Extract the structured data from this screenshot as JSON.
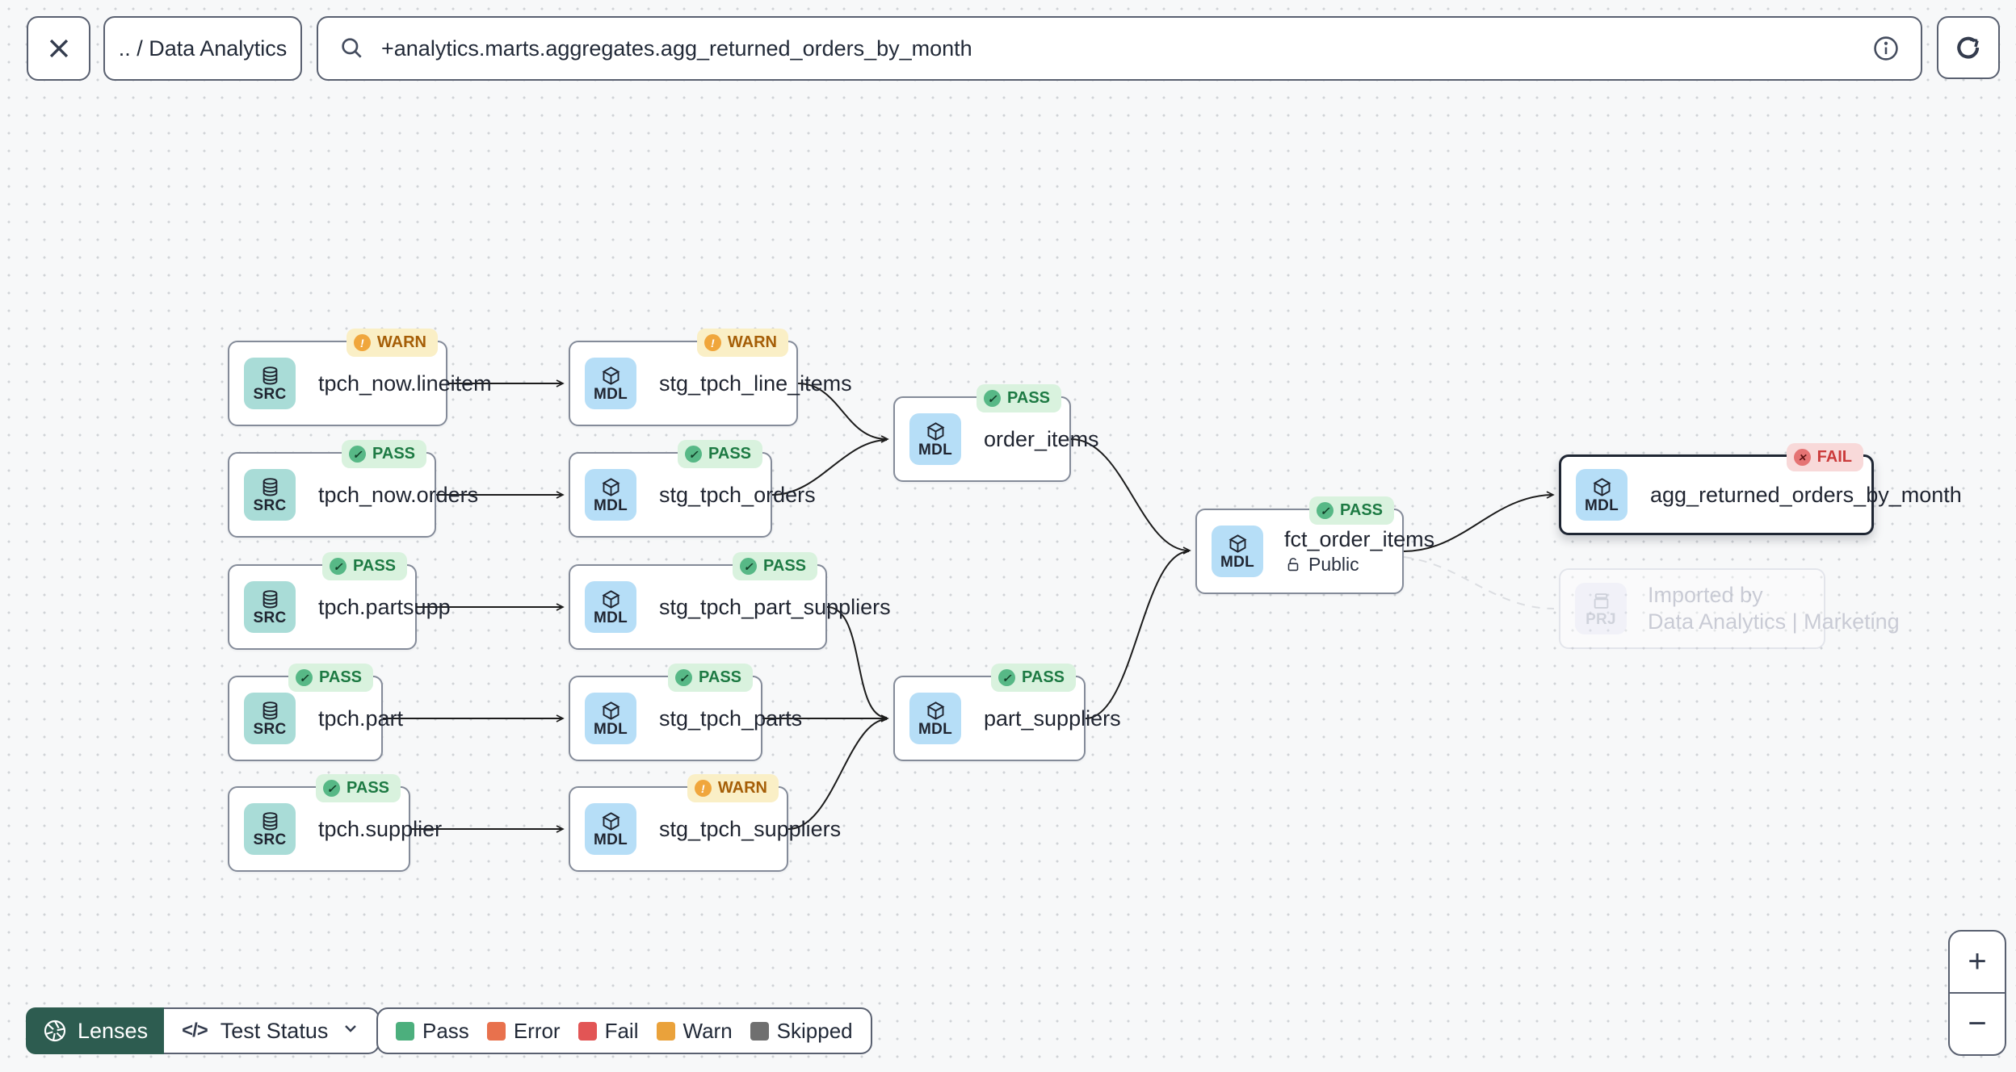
{
  "topbar": {
    "breadcrumb": ".. / Data Analytics",
    "search_value": "+analytics.marts.aggregates.agg_returned_orders_by_month"
  },
  "lenses": {
    "button_label": "Lenses",
    "active_lens": "Test Status"
  },
  "legend": {
    "items": [
      {
        "label": "Pass",
        "color": "#4caf7d"
      },
      {
        "label": "Error",
        "color": "#e8714d"
      },
      {
        "label": "Fail",
        "color": "#e25555"
      },
      {
        "label": "Warn",
        "color": "#eaa23b"
      },
      {
        "label": "Skipped",
        "color": "#6f6f6f"
      }
    ]
  },
  "graph": {
    "nodes": [
      {
        "kind": "SRC",
        "label": "tpch_now.lineitem",
        "status": "WARN"
      },
      {
        "kind": "MDL",
        "label": "stg_tpch_line_items",
        "status": "WARN"
      },
      {
        "kind": "SRC",
        "label": "tpch_now.orders",
        "status": "PASS"
      },
      {
        "kind": "MDL",
        "label": "stg_tpch_orders",
        "status": "PASS"
      },
      {
        "kind": "SRC",
        "label": "tpch.partsupp",
        "status": "PASS"
      },
      {
        "kind": "MDL",
        "label": "stg_tpch_part_suppliers",
        "status": "PASS"
      },
      {
        "kind": "SRC",
        "label": "tpch.part",
        "status": "PASS"
      },
      {
        "kind": "MDL",
        "label": "stg_tpch_parts",
        "status": "PASS"
      },
      {
        "kind": "SRC",
        "label": "tpch.supplier",
        "status": "PASS"
      },
      {
        "kind": "MDL",
        "label": "stg_tpch_suppliers",
        "status": "WARN"
      },
      {
        "kind": "MDL",
        "label": "order_items",
        "status": "PASS"
      },
      {
        "kind": "MDL",
        "label": "part_suppliers",
        "status": "PASS"
      },
      {
        "kind": "MDL",
        "label": "fct_order_items",
        "status": "PASS",
        "access": "Public"
      },
      {
        "kind": "MDL",
        "label": "agg_returned_orders_by_month",
        "status": "FAIL",
        "selected": true
      },
      {
        "kind": "PRJ",
        "label": "Imported by",
        "sublabel": "Data Analytics | Marketing",
        "faded": true
      }
    ]
  },
  "colors": {
    "canvas_bg": "#f7f8f9",
    "node_border": "#848b99",
    "selected_border": "#1f2633",
    "src_icon_bg": "#a9dcd7",
    "mdl_icon_bg": "#b6def7",
    "prj_icon_bg": "#e6e6f5",
    "badge_pass_bg": "#d9f2de",
    "badge_warn_bg": "#faefc6",
    "badge_fail_bg": "#f8d9d9",
    "lenses_bg": "#2d5c50"
  }
}
